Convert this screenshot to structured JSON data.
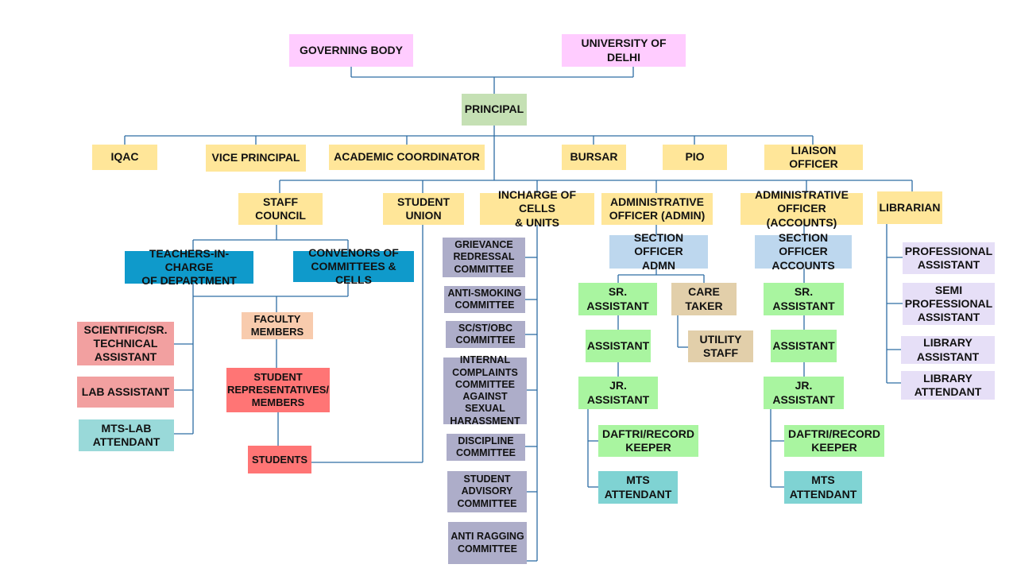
{
  "colors": {
    "pink": "#FFCCFF",
    "green_principal": "#C5E0B4",
    "yellow": "#FFE699",
    "blue_dark": "#0F9ACB",
    "peach": "#F8CBAD",
    "red_light": "#F2A0A0",
    "red": "#FF7575",
    "cyan": "#99D9D9",
    "slate": "#ADADC9",
    "light_blue": "#BDD7EE",
    "light_green": "#A9F5A0",
    "tan": "#E2CFAA",
    "lavender": "#E6DFF7",
    "line": "#2E6DA4"
  },
  "top": {
    "governing_body": "GOVERNING BODY",
    "university": "UNIVERSITY OF DELHI"
  },
  "principal": "PRINCIPAL",
  "level2": {
    "iqac": "IQAC",
    "vice_principal": "VICE PRINCIPAL",
    "academic_coordinator": "ACADEMIC COORDINATOR",
    "bursar": "BURSAR",
    "pio": "PIO",
    "liaison_officer": "LIAISON OFFICER"
  },
  "level3": {
    "staff_council": "STAFF COUNCIL",
    "student_union": "STUDENT\nUNION",
    "incharge_cells": "INCHARGE OF CELLS\n& UNITS",
    "admin_officer_admin": "ADMINISTRATIVE\nOFFICER (ADMIN)",
    "admin_officer_accounts": "ADMINISTRATIVE\nOFFICER (ACCOUNTS)",
    "librarian": "LIBRARIAN"
  },
  "staff_council_branch": {
    "teachers_incharge": "TEACHERS-IN-CHARGE\nOF DEPARTMENT",
    "convenors": "CONVENORS OF\nCOMMITTEES & CELLS",
    "faculty_members": "FACULTY\nMEMBERS",
    "student_representatives": "STUDENT\nREPRESENTATIVES/\nMEMBERS",
    "students": "STUDENTS",
    "scientific_assistant": "SCIENTIFIC/SR.\nTECHNICAL\nASSISTANT",
    "lab_assistant": "LAB ASSISTANT",
    "mts_lab_attendant": "MTS-LAB\nATTENDANT"
  },
  "committees": [
    "GRIEVANCE\nREDRESSAL\nCOMMITTEE",
    "ANTI-SMOKING\nCOMMITTEE",
    "SC/ST/OBC\nCOMMITTEE",
    "INTERNAL\nCOMPLAINTS\nCOMMITTEE\nAGAINST SEXUAL\nHARASSMENT",
    "DISCIPLINE\nCOMMITTEE",
    "STUDENT\nADVISORY\nCOMMITTEE",
    "ANTI RAGGING\nCOMMITTEE"
  ],
  "admin_branch": {
    "section_officer": "SECTION OFFICER\nADMN",
    "sr_assistant": "SR. ASSISTANT",
    "care_taker": "CARE TAKER",
    "utility_staff": "UTILITY\nSTAFF",
    "assistant": "ASSISTANT",
    "jr_assistant": "JR. ASSISTANT",
    "daftri": "DAFTRI/RECORD\nKEEPER",
    "mts_attendant": "MTS\nATTENDANT"
  },
  "accounts_branch": {
    "section_officer": "SECTION OFFICER\nACCOUNTS",
    "sr_assistant": "SR. ASSISTANT",
    "assistant": "ASSISTANT",
    "jr_assistant": "JR. ASSISTANT",
    "daftri": "DAFTRI/RECORD\nKEEPER",
    "mts_attendant": "MTS\nATTENDANT"
  },
  "library_branch": {
    "professional_assistant": "PROFESSIONAL\nASSISTANT",
    "semi_professional_assistant": "SEMI\nPROFESSIONAL\nASSISTANT",
    "library_assistant": "LIBRARY\nASSISTANT",
    "library_attendant": "LIBRARY\nATTENDANT"
  }
}
